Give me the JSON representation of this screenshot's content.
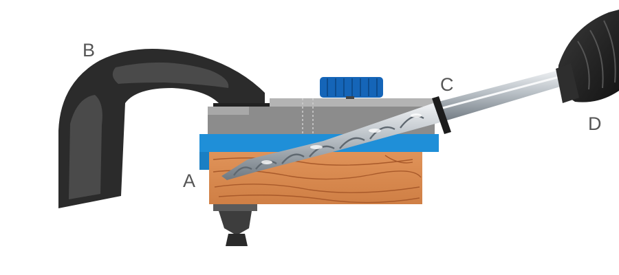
{
  "labels": {
    "a": "A",
    "b": "B",
    "c": "C",
    "d": "D"
  },
  "colors": {
    "background": "#ffffff",
    "clamp_dark": "#2b2b2b",
    "clamp_highlight": "#4a4a4a",
    "jig_gray": "#8c8c8c",
    "jig_top": "#b4b4b4",
    "jig_blue": "#1f8fd8",
    "knob_blue": "#1565b8",
    "wood": "#d98a4e",
    "wood_grain": "#a8592a",
    "drill_bit": "#c9ced3",
    "drill_bit_shadow": "#7c858d",
    "drill_chuck": "#1e1e1e",
    "label_color": "#555555"
  },
  "components": [
    {
      "id": "a",
      "name": "workpiece",
      "callout": "A"
    },
    {
      "id": "b",
      "name": "clamp",
      "callout": "B"
    },
    {
      "id": "c",
      "name": "depth-collar",
      "callout": "C"
    },
    {
      "id": "d",
      "name": "drill",
      "callout": "D"
    }
  ]
}
